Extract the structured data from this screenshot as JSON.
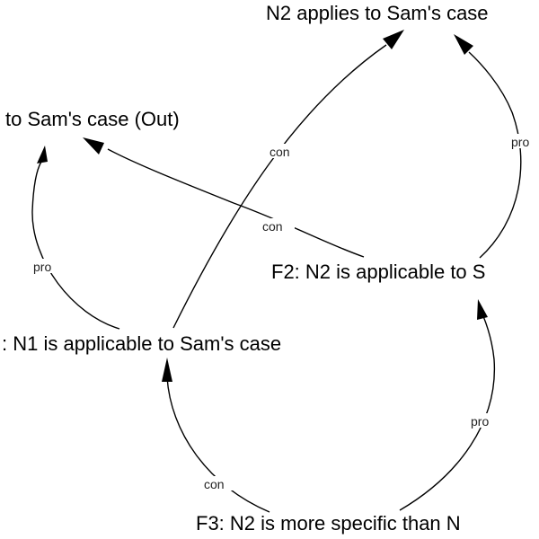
{
  "nodes": {
    "n2_applies": "N2 applies to Sam's case",
    "n1_out": "to Sam's case (Out)",
    "f1": ": N1 is applicable to Sam's case",
    "f2": "F2: N2 is applicable to S",
    "f3": "F3: N2 is more specific than N"
  },
  "edges": {
    "f1_to_n1": "pro",
    "f1_to_n2": "con",
    "f2_to_n1": "con",
    "f2_to_n2": "pro",
    "f3_to_f1": "con",
    "f3_to_f2": "pro"
  }
}
